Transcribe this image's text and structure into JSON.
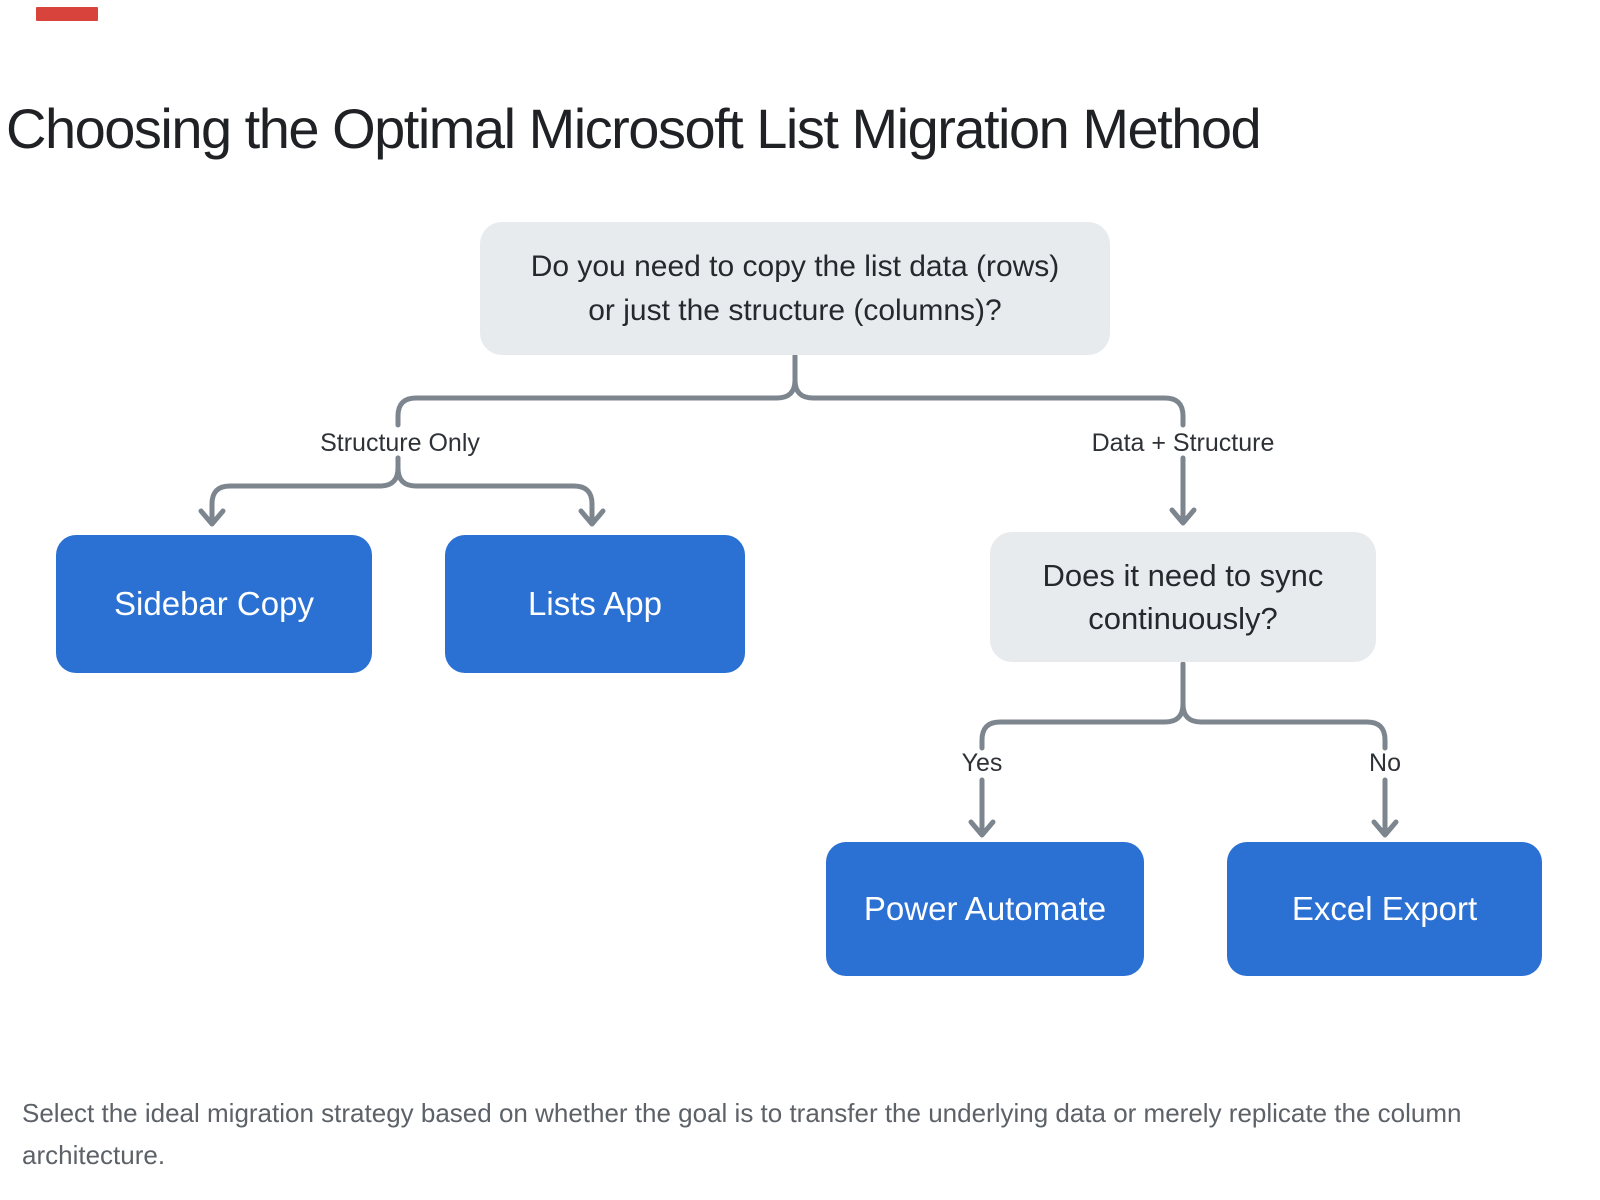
{
  "page": {
    "title": "Choosing the Optimal Microsoft List Migration Method",
    "caption": "Select the ideal migration strategy based on whether the goal is to transfer the underlying data or merely replicate the column architecture."
  },
  "flowchart": {
    "root": {
      "lines": [
        "Do you need to copy the list data (rows)",
        "or just the structure (columns)?"
      ]
    },
    "sync": {
      "lines": [
        "Does it need to sync",
        "continuously?"
      ]
    },
    "labels": {
      "left": "Structure Only",
      "right": "Data + Structure",
      "yes": "Yes",
      "no": "No"
    },
    "outcomes": {
      "sidebar": "Sidebar Copy",
      "lists": "Lists App",
      "power": "Power Automate",
      "excel": "Excel Export"
    }
  },
  "colors": {
    "decision_fill": "#e8ebee",
    "outcome_fill": "#2b70d3",
    "outcome_text": "#ffffff",
    "connector": "#7d868e",
    "title_text": "#1f2125",
    "caption_text": "#5d6268",
    "accent_red": "#d8443b"
  }
}
